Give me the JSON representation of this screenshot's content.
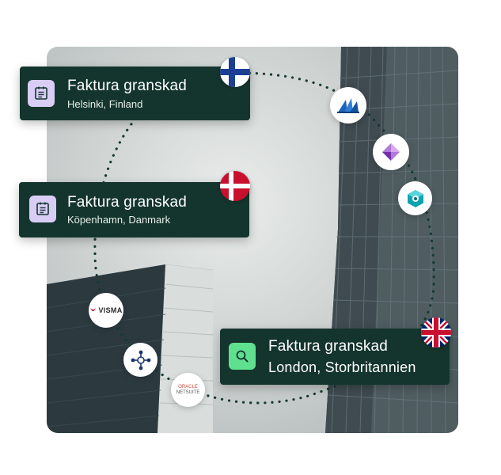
{
  "cards": [
    {
      "title": "Faktura granskad",
      "location": "Helsinki, Finland",
      "icon": "document-icon",
      "flag": "finland"
    },
    {
      "title": "Faktura granskad",
      "location": "Köpenhamn, Danmark",
      "icon": "document-icon",
      "flag": "denmark"
    },
    {
      "title": "Faktura granskad",
      "location": "London, Storbritannien",
      "icon": "search-icon",
      "flag": "united-kingdom"
    }
  ],
  "integrations": [
    {
      "name": "Microsoft Dynamics",
      "icon": "dynamics-logo-icon"
    },
    {
      "name": "Power Apps",
      "icon": "power-apps-logo-icon"
    },
    {
      "name": "Business Central",
      "icon": "business-central-logo-icon"
    },
    {
      "name": "Visma",
      "label": "VISMA",
      "icon": "visma-logo-icon"
    },
    {
      "name": "Hub",
      "icon": "hub-network-icon"
    },
    {
      "name": "Oracle NetSuite",
      "label_top": "ORACLE",
      "label_bottom": "NETSUITE",
      "icon": "oracle-netsuite-logo-icon"
    }
  ],
  "colors": {
    "card_bg": "#14352d",
    "doc_badge": "#d9cdf6",
    "search_badge": "#5fe08f",
    "ring_dots": "#153a30"
  }
}
